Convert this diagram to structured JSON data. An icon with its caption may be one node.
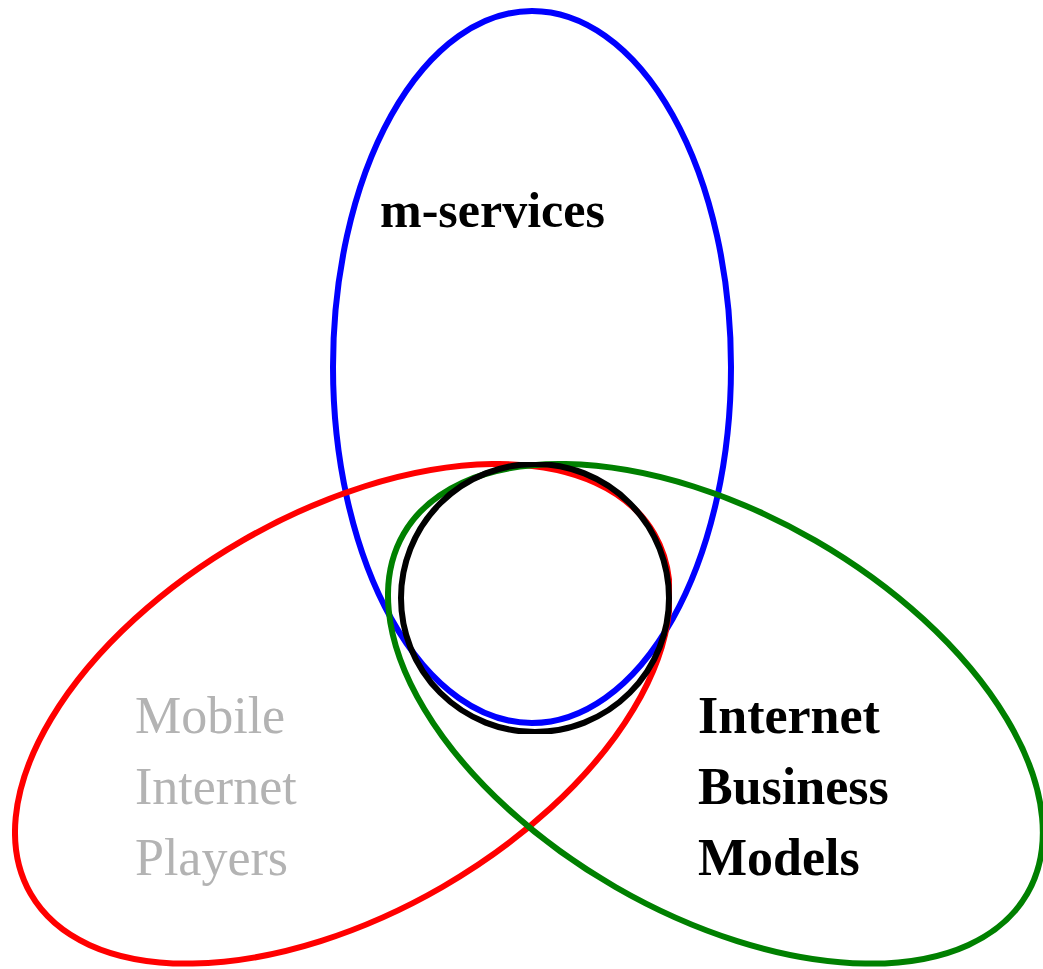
{
  "diagram": {
    "nodes": [
      {
        "text": [
          "m-services"
        ]
      },
      {
        "text": [
          "Mobile Internet Players"
        ]
      },
      {
        "text": [
          "Internet Business Models"
        ]
      },
      {
        "text": [],
        "shape": "circle"
      }
    ]
  }
}
